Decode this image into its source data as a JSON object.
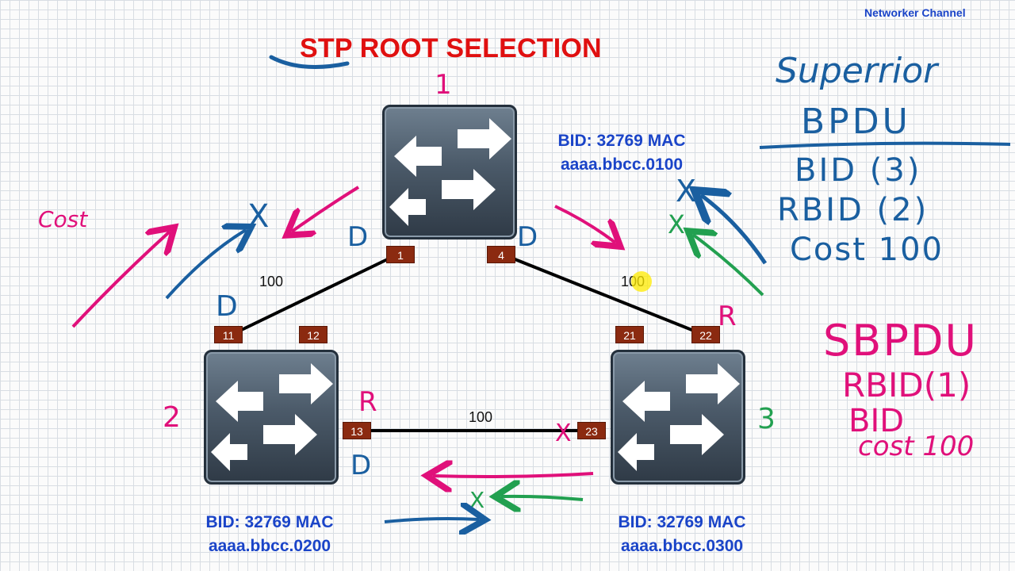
{
  "channel": "Networker Channel",
  "title": "STP ROOT SELECTION",
  "switches": {
    "sw1": {
      "bid_line1": "BID: 32769 MAC",
      "bid_line2": "aaaa.bbcc.0100"
    },
    "sw2": {
      "bid_line1": "BID: 32769 MAC",
      "bid_line2": "aaaa.bbcc.0200"
    },
    "sw3": {
      "bid_line1": "BID: 32769 MAC",
      "bid_line2": "aaaa.bbcc.0300"
    }
  },
  "ports": {
    "p1": "1",
    "p4": "4",
    "p11": "11",
    "p12": "12",
    "p21": "21",
    "p22": "22",
    "p13": "13",
    "p23": "23"
  },
  "links": {
    "l1": "100",
    "l2": "100",
    "l3": "100"
  },
  "annotations": {
    "num1": "1",
    "num2": "2",
    "num3": "3",
    "cost_word": "Cost",
    "d1": "D",
    "d2": "D",
    "d3": "D",
    "d4": "D",
    "r1": "R",
    "r2": "R",
    "x_mark": "X",
    "superior1": "Superrior",
    "superior2": "BPDU",
    "bid3": "BID (3)",
    "rbid2": "RBID (2)",
    "cost100": "Cost 100",
    "sbpdu": "SBPDU",
    "rbid1": "RBID(1)",
    "bid_note": "BID",
    "cost100b": "cost 100"
  },
  "colors": {
    "blue": "#1a5fa0",
    "pink": "#e0107a",
    "green": "#22a050",
    "title_red": "#e01010",
    "bid_blue": "#1a44c8"
  }
}
